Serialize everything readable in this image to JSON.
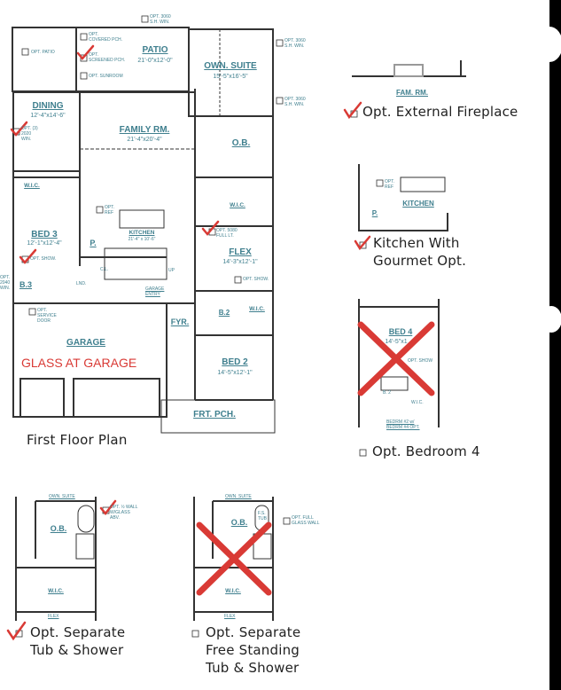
{
  "colors": {
    "label": "#3f7f8e",
    "mark": "#d93a35",
    "wall": "#333333"
  },
  "main_plan": {
    "caption": "First Floor Plan",
    "garage_note": "GLASS AT GARAGE",
    "rooms": {
      "patio": {
        "name": "PATIO",
        "dim": "21'-0\"x12'-0\""
      },
      "own_suite": {
        "name": "OWN. SUITE",
        "dim": "15'-5\"x16'-5\""
      },
      "dining": {
        "name": "DINING",
        "dim": "12'-4\"x14'-6\""
      },
      "family": {
        "name": "FAMILY RM.",
        "dim": "21'-4\"x20'-4\""
      },
      "ob": {
        "name": "O.B."
      },
      "wic_left": {
        "name": "W.I.C."
      },
      "wic_suite": {
        "name": "W.I.C."
      },
      "bed3": {
        "name": "BED 3",
        "dim": "12'-1\"x12'-4\""
      },
      "kitchen": {
        "name": "KITCHEN",
        "dim": "21'-4\" x 10'-6\""
      },
      "pantry": {
        "name": "P."
      },
      "closet": {
        "name": "C.L."
      },
      "laundry": {
        "name": "LND."
      },
      "up": {
        "name": "UP"
      },
      "bath3": {
        "name": "B.3"
      },
      "garage_entry": {
        "name": "GARAGE\nENTRY"
      },
      "flex": {
        "name": "FLEX",
        "dim": "14'-3\"x12'-1\""
      },
      "bath2": {
        "name": "B.2"
      },
      "wic_bed2": {
        "name": "W.I.C."
      },
      "foyer": {
        "name": "FYR."
      },
      "garage": {
        "name": "GARAGE"
      },
      "bed2": {
        "name": "BED 2",
        "dim": "14'-5\"x12'-1\""
      },
      "front_porch": {
        "name": "FRT. PCH."
      }
    },
    "options": [
      {
        "label": "OPT. PATIO",
        "checked": false
      },
      {
        "label": "OPT.\nCOVERED PCH.",
        "checked": false
      },
      {
        "label": "OPT.\nSCREENED PCH.",
        "checked": true
      },
      {
        "label": "OPT. SUNROOM",
        "checked": false
      },
      {
        "label": "OPT. 3060\nS.H. WIN.",
        "checked": false
      },
      {
        "label": "OPT. 3060\nS.H. WIN.",
        "checked": false
      },
      {
        "label": "OPT. 3060\nS.H. WIN.",
        "checked": false
      },
      {
        "label": "OPT. (3)\n2020\nWIN.",
        "checked": true
      },
      {
        "label": "OPT.\nREF",
        "checked": false
      },
      {
        "label": "OPT. SHOW.",
        "checked": true
      },
      {
        "label": "OPT.\n2040\nWIN.",
        "checked": false
      },
      {
        "label": "OPT. 5080\nFULL LT.",
        "checked": true
      },
      {
        "label": "OPT. SHOW.",
        "checked": false
      },
      {
        "label": "OPT.\nSERVICE\nDOOR",
        "checked": false
      }
    ]
  },
  "fireplace_option": {
    "room": "FAM. RM.",
    "caption": "Opt. External Fireplace",
    "checked": true
  },
  "kitchen_option": {
    "opt_ref": "OPT.\nREF",
    "room": "KITCHEN",
    "pantry": "P.",
    "caption": "Kitchen With\nGourmet Opt.",
    "checked": true
  },
  "bedroom4_option": {
    "room": "BED 4",
    "dim": "14'-5\"x1",
    "opt_show": "OPT. SHOW",
    "bath": "B. 2",
    "wic": "W.I.C.",
    "note": "BEDRM #2 w/\nBEDRM #4 OPT.",
    "caption": "Opt. Bedroom 4",
    "checked": false,
    "crossed_out": true
  },
  "tub_shower_option": {
    "suite": "OWN. SUITE",
    "ob": "O.B.",
    "opt": "OPT. ½ WALL\nW/GLASS\nABV.",
    "wic": "W.I.C.",
    "flex": "FLEX",
    "caption": "Opt. Separate\nTub & Shower",
    "checked": true
  },
  "freestanding_option": {
    "suite": "OWN. SUITE",
    "ob": "O.B.",
    "tub": "F.S.\nTUB",
    "opt": "OPT. FULL\nGLASS WALL",
    "wic": "W.I.C.",
    "flex": "FLEX",
    "caption": "Opt. Separate\nFree Standing\nTub & Shower",
    "checked": false,
    "crossed_out": true
  }
}
